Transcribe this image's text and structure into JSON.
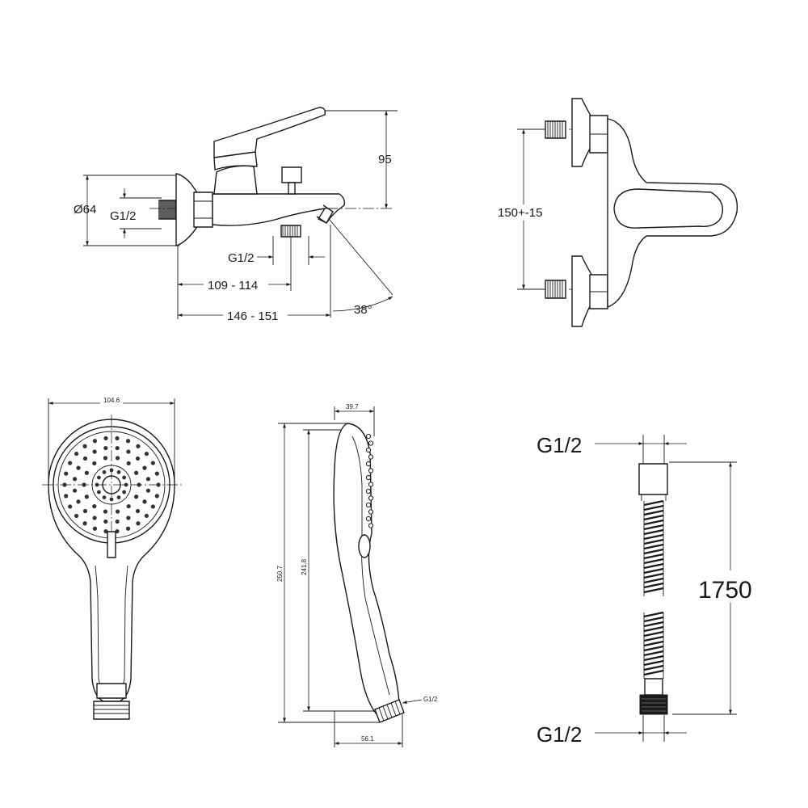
{
  "mixer_side": {
    "diameter_label": "Ø64",
    "inlet_thread_label": "G1/2",
    "outlet_thread_label": "G1/2",
    "height_label": "95",
    "length_short_label": "109 - 114",
    "length_long_label": "146 - 151",
    "angle_label": "38°"
  },
  "mixer_front": {
    "center_distance_label": "150+-15"
  },
  "hand_shower": {
    "width_label": "104.6",
    "depth_label": "39.7",
    "total_length_label": "250.7",
    "inner_length_label": "241.8",
    "base_label": "56.1",
    "thread_label": "G1/2"
  },
  "hose": {
    "top_thread_label": "G1/2",
    "bottom_thread_label": "G1/2",
    "length_label": "1750"
  }
}
